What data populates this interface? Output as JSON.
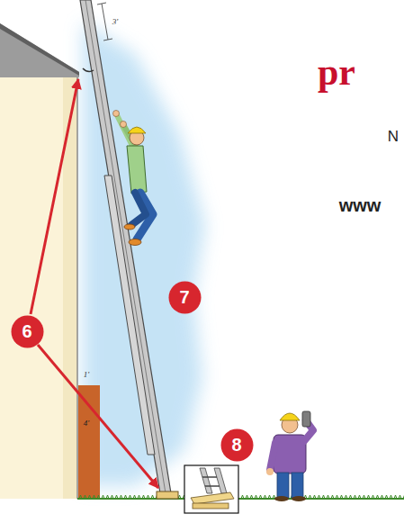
{
  "diagram": {
    "nodes": [
      {
        "text": [
          "7"
        ]
      },
      {
        "text": [
          "6"
        ]
      },
      {
        "text": [
          "8"
        ]
      }
    ],
    "labels": [
      "3'",
      "pr",
      "N",
      "www",
      "1'",
      "4'"
    ]
  }
}
